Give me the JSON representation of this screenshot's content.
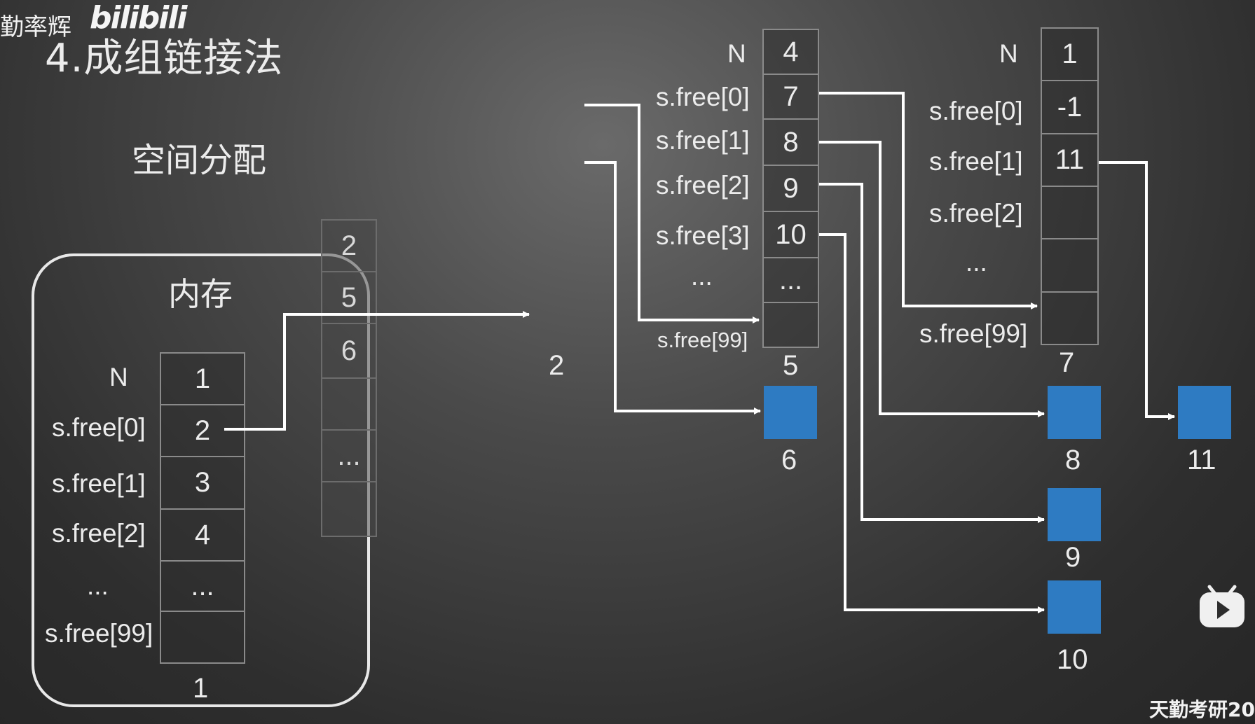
{
  "watermark": {
    "author": "勤率辉",
    "site_logo": "bilibili",
    "corner_text": "天勤考研20"
  },
  "slide": {
    "title": "4.成组链接法",
    "subtitle": "空间分配"
  },
  "memory": {
    "label": "内存",
    "stack_labels": [
      "N",
      "s.free[0]",
      "s.free[1]",
      "s.free[2]",
      "...",
      "s.free[99]"
    ],
    "stack_values": [
      "1",
      "2",
      "3",
      "4",
      "...",
      ""
    ],
    "caption": "1",
    "free_list": [
      "2",
      "5",
      "6",
      "",
      "...",
      ""
    ]
  },
  "allocated": {
    "value": "2"
  },
  "group5": {
    "labels": [
      "N",
      "s.free[0]",
      "s.free[1]",
      "s.free[2]",
      "s.free[3]",
      "...",
      "s.free[99]"
    ],
    "values": [
      "4",
      "7",
      "8",
      "9",
      "10",
      "...",
      ""
    ],
    "caption": "5"
  },
  "group7": {
    "labels": [
      "N",
      "s.free[0]",
      "s.free[1]",
      "s.free[2]",
      "...",
      "s.free[99]"
    ],
    "values": [
      "1",
      "-1",
      "11",
      "",
      "",
      ""
    ],
    "caption": "7"
  },
  "blocks": [
    {
      "id": "block-6",
      "label": "6"
    },
    {
      "id": "block-8",
      "label": "8"
    },
    {
      "id": "block-11",
      "label": "11"
    },
    {
      "id": "block-9",
      "label": "9"
    },
    {
      "id": "block-10",
      "label": "10"
    }
  ],
  "colors": {
    "block": "#2e7bc2",
    "arrow": "#ffffff",
    "cell_border": "#8a8a8a"
  },
  "icons": {
    "player": "bilibili-play-icon"
  }
}
